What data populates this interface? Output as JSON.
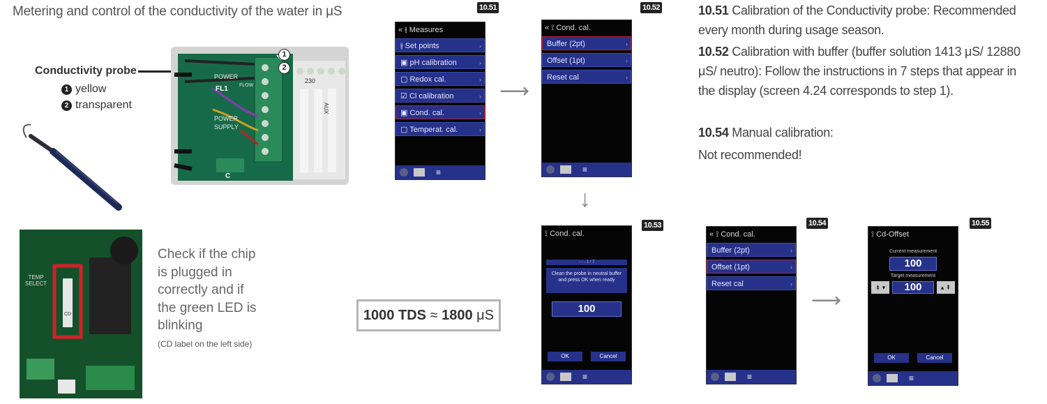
{
  "header": {
    "text": "Metering and control of the conductivity of the water in μS"
  },
  "probe": {
    "label": "Conductivity probe",
    "wire1_num": "1",
    "wire1": "yellow",
    "wire2_num": "2",
    "wire2": "transparent"
  },
  "photo_top": {
    "markers": [
      "1",
      "2"
    ],
    "board_labels": [
      "POWER",
      "FL1",
      "FLOW",
      "POWER",
      "SUPPLY",
      "230",
      "AUX",
      "C"
    ]
  },
  "check": {
    "lines": [
      "Check if the chip",
      "is plugged in",
      "correctly and if",
      "the green LED is",
      "blinking"
    ],
    "note": "(CD label on the left side)",
    "board_labels": [
      "TEMP",
      "SELECT",
      "CD"
    ]
  },
  "ratio": {
    "left": "1000 TDS",
    "approx": "≈",
    "right_num": "1800",
    "right_unit": "μS"
  },
  "screens": {
    "s1051": {
      "badge": "10.51",
      "title": "« ⫲ Measures",
      "items": [
        "Set points",
        "pH calibration",
        "Redox cal.",
        "Cl calibration",
        "Cond. cal.",
        "Temperat. cal."
      ],
      "icons": [
        "⫲",
        "▣",
        "▢",
        "☑",
        "▣",
        "▢"
      ],
      "selected_index": 4
    },
    "s1052": {
      "badge": "10.52",
      "title": "« ⟟ Cond. cal.",
      "items": [
        "Buffer (2pt)",
        "Offset (1pt)",
        "Reset cal"
      ],
      "selected_index": 0
    },
    "s1053": {
      "badge": "10.53",
      "title": "⟟ Cond. cal.",
      "step": "- - - 1 / 7",
      "body": "Clean the probe in neutral buffer and press OK when ready",
      "value": "100",
      "ok": "OK",
      "cancel": "Cancel"
    },
    "s1054": {
      "badge": "10.54",
      "title": "« ⟟ Cond. cal.",
      "items": [
        "Buffer (2pt)",
        "Offset (1pt)",
        "Reset cal"
      ],
      "selected_index": 1
    },
    "s1055": {
      "badge": "10.55",
      "title": "⟟ Cd-Offset",
      "current_label": "Current measurement",
      "current_value": "100",
      "target_label": "Target measurement",
      "target_value": "100",
      "ok": "OK",
      "cancel": "Cancel"
    },
    "footer_label": "≡"
  },
  "right_text": {
    "p1_num": "10.51",
    "p1_text": "Calibration of the Conductivity probe: Recommended every month during usage season.",
    "p2_num": "10.52",
    "p2_text": "Calibration with buffer (buffer solution 1413 μS/ 12880 μS/ neutro): Follow the instructions in 7 steps that appear in the display (screen 4.24 corresponds to step 1).",
    "p3_num": "10.54",
    "p3_text": "Manual calibration:",
    "p3_line2": "Not recommended!"
  },
  "colors": {
    "menu_blue": "#26318a",
    "select_red": "#c0203a",
    "chip_box": "#d0202a"
  }
}
